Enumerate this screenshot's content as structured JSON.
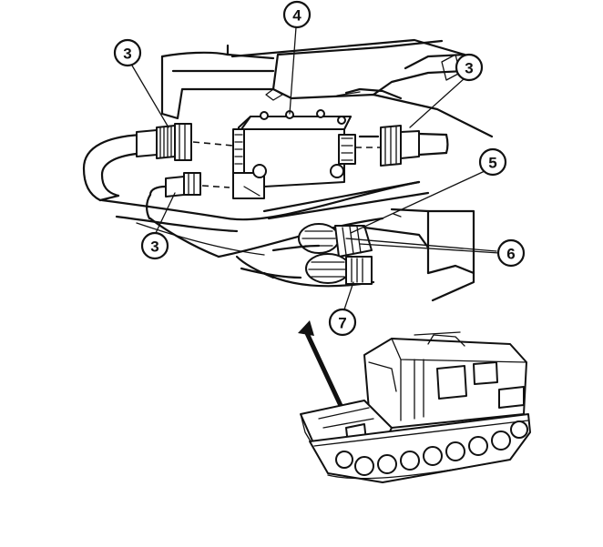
{
  "callouts": {
    "c3_top_left": "3",
    "c4": "4",
    "c3_top_right": "3",
    "c5": "5",
    "c6": "6",
    "c3_bottom": "3",
    "c7": "7"
  }
}
